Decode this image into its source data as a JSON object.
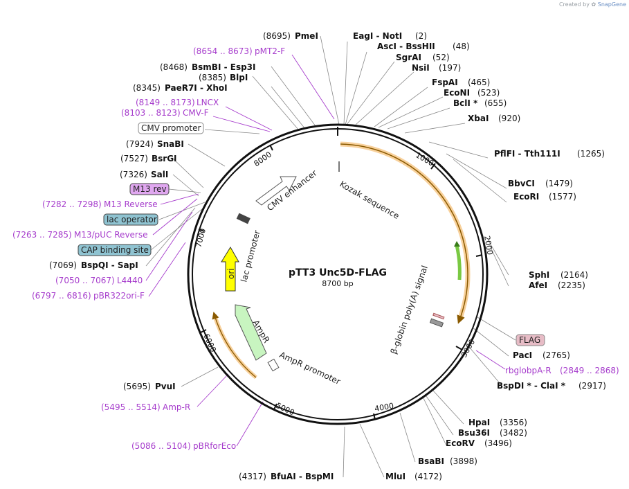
{
  "credit": {
    "prefix": "Created by",
    "brand": "SnapGene"
  },
  "plasmid": {
    "name": "pTT3 Unc5D-FLAG",
    "size": "8700 bp"
  },
  "ticks": [
    "1000",
    "2000",
    "3000",
    "4000",
    "5000",
    "6000",
    "7000",
    "8000"
  ],
  "enzymes_right": [
    {
      "text": "EagI  - NotI",
      "pos": "(2)"
    },
    {
      "text": "AscI  - BssHII",
      "pos": "(48)"
    },
    {
      "text": "SgrAI",
      "pos": "(52)"
    },
    {
      "text": "NsiI",
      "pos": "(197)"
    },
    {
      "text": "FspAI",
      "pos": "(465)"
    },
    {
      "text": "EcoNI",
      "pos": "(523)"
    },
    {
      "text": "BclI *",
      "pos": "(655)"
    },
    {
      "text": "XbaI",
      "pos": "(920)"
    },
    {
      "text": "PflFI  - Tth111I",
      "pos": "(1265)"
    },
    {
      "text": "BbvCI",
      "pos": "(1479)"
    },
    {
      "text": "EcoRI",
      "pos": "(1577)"
    },
    {
      "text": "SphI",
      "pos": "(2164)"
    },
    {
      "text": "AfeI",
      "pos": "(2235)"
    },
    {
      "text": "PacI",
      "pos": "(2765)"
    },
    {
      "text": "BspDI *  - ClaI *",
      "pos": "(2917)"
    },
    {
      "text": "HpaI",
      "pos": "(3356)"
    },
    {
      "text": "Bsu36I",
      "pos": "(3482)"
    },
    {
      "text": "EcoRV",
      "pos": "(3496)"
    },
    {
      "text": "BsaBI",
      "pos": "(3898)"
    },
    {
      "text": "MluI",
      "pos": "(4172)"
    }
  ],
  "enzymes_left": [
    {
      "text": "PmeI",
      "pos": "(8695)"
    },
    {
      "text": "BsmBI  - Esp3I",
      "pos": "(8468)"
    },
    {
      "text": "BlpI",
      "pos": "(8385)"
    },
    {
      "text": "PaeR7I  - XhoI",
      "pos": "(8345)"
    },
    {
      "text": "SnaBI",
      "pos": "(7924)"
    },
    {
      "text": "BsrGI",
      "pos": "(7527)"
    },
    {
      "text": "SalI",
      "pos": "(7326)"
    },
    {
      "text": "BspQI  - SapI",
      "pos": "(7069)"
    },
    {
      "text": "PvuI",
      "pos": "(5695)"
    },
    {
      "text": "BfuAI  - BspMI",
      "pos": "(4317)"
    }
  ],
  "primers": [
    {
      "range": "(8654 .. 8673)",
      "name": "pMT2-F"
    },
    {
      "range": "(8149 .. 8173)",
      "name": "LNCX"
    },
    {
      "range": "(8103 .. 8123)",
      "name": "CMV-F"
    },
    {
      "range": "(7282 .. 7298)",
      "name": "M13 Reverse"
    },
    {
      "range": "(7263 .. 7285)",
      "name": "M13/pUC Reverse"
    },
    {
      "range": "(7050 .. 7067)",
      "name": "L4440"
    },
    {
      "range": "(6797 .. 6816)",
      "name": "pBR322ori-F"
    },
    {
      "range": "(5495 .. 5514)",
      "name": "Amp-R"
    },
    {
      "range": "(5086 .. 5104)",
      "name": "pBRforEco"
    },
    {
      "range": "(2849 .. 2868)",
      "name": "rbglobpA-R"
    }
  ],
  "boxed_features": [
    {
      "name": "CMV promoter",
      "color": "#ffffff"
    },
    {
      "name": "M13 rev",
      "color": "#e0a7f0"
    },
    {
      "name": "lac operator",
      "color": "#8fc3d1"
    },
    {
      "name": "CAP binding site",
      "color": "#8fc3d1"
    },
    {
      "name": "FLAG",
      "color": "#e7bcc6"
    }
  ],
  "inner_features": {
    "cmv_enhancer": "CMV enhancer",
    "kozak": "Kozak sequence",
    "lac_promoter": "lac promoter",
    "ori": "ori",
    "ampr": "AmpR",
    "ampr_promoter": "AmpR promoter",
    "polya": "β-globin poly(A) signal"
  },
  "colors": {
    "orf": "#f4b35a",
    "ampr": "#c8f5c0",
    "ori": "#ffff00",
    "primer": "#a63ccc",
    "green_arrow": "#7ac943"
  }
}
